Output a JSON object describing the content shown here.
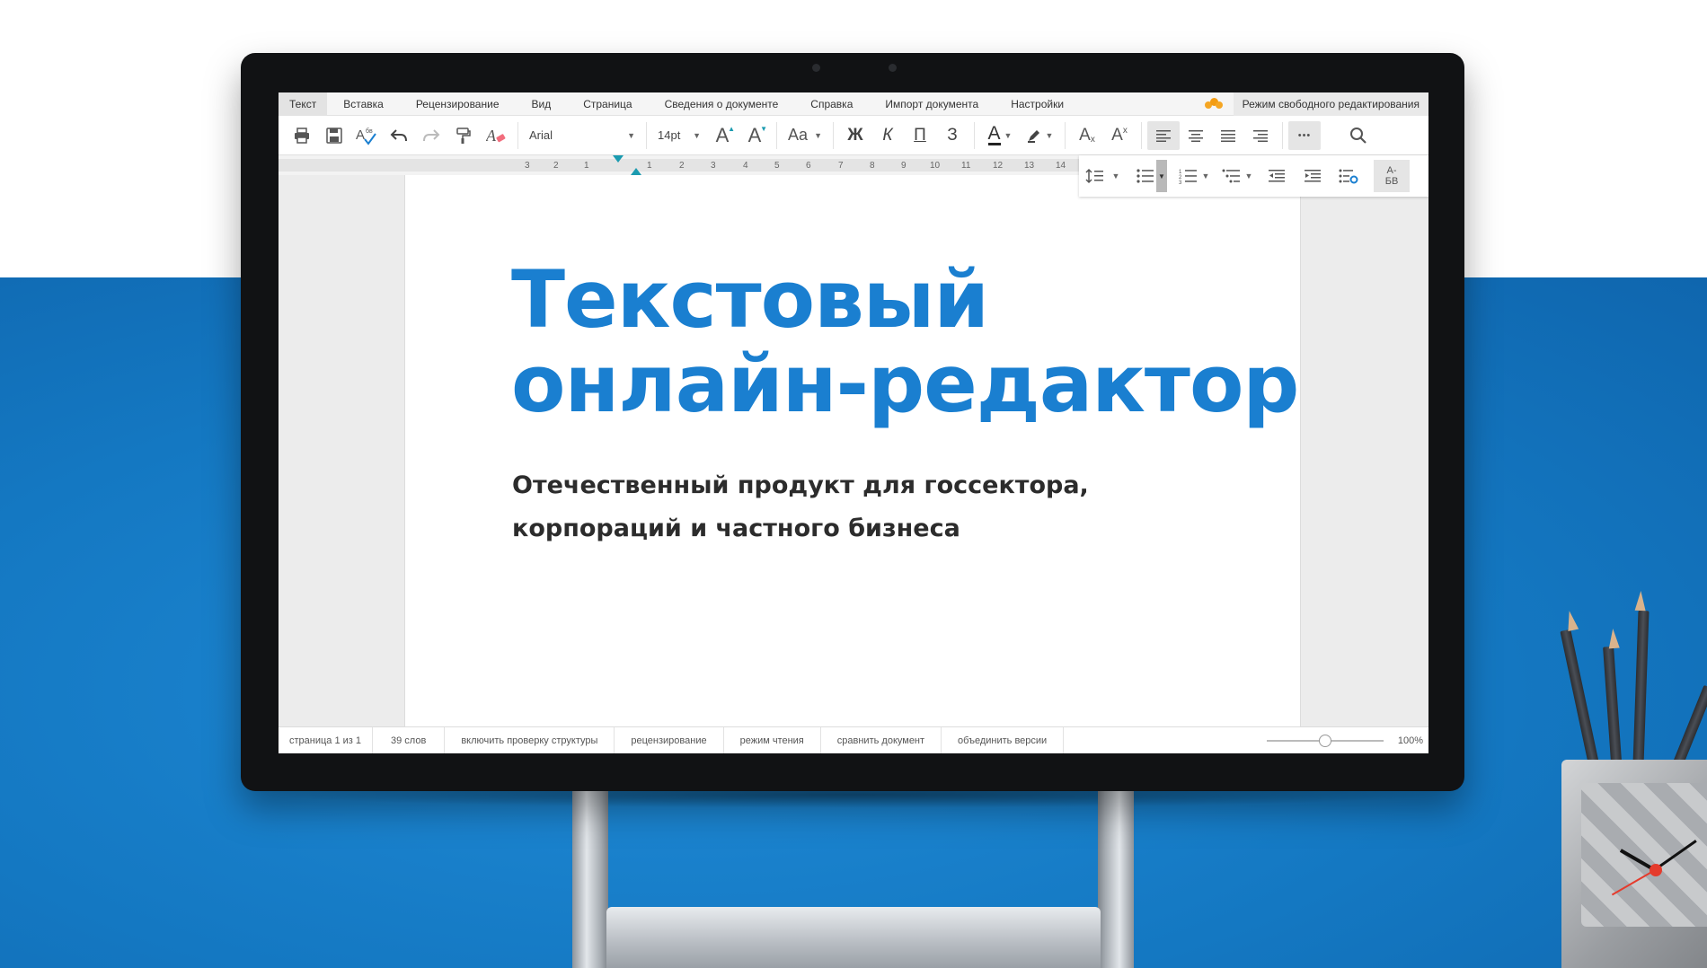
{
  "menu": {
    "items": [
      "Текст",
      "Вставка",
      "Рецензирование",
      "Вид",
      "Страница",
      "Сведения о документе",
      "Справка",
      "Импорт документа",
      "Настройки"
    ],
    "mode_label": "Режим свободного редактирования"
  },
  "toolbar": {
    "font_family": "Arial",
    "font_size": "14pt",
    "case_label": "Aa",
    "bold_label": "Ж",
    "italic_label": "К",
    "underline_label": "П",
    "strike_label": "З",
    "color_label": "A",
    "grow_label": "A",
    "shrink_label": "A",
    "subscript_label": "A",
    "superscript_label": "A",
    "more_label": "•••",
    "cyr_label": "А-\nБВ"
  },
  "ruler": {
    "left_numbers": [
      "3",
      "2",
      "1"
    ],
    "right_numbers": [
      "1",
      "2",
      "3",
      "4",
      "5",
      "6",
      "7",
      "8",
      "9",
      "10",
      "11",
      "12",
      "13",
      "14"
    ]
  },
  "document": {
    "title_line1": "Текстовый",
    "title_line2": "онлайн-редактор",
    "subtitle_line1": "Отечественный продукт для госсектора,",
    "subtitle_line2": "корпораций и частного бизнеса"
  },
  "status": {
    "page": "страница 1 из 1",
    "words": "39 слов",
    "structure_check": "включить проверку структуры",
    "review": "рецензирование",
    "reading_mode": "режим чтения",
    "compare": "сравнить документ",
    "merge": "объединить версии",
    "zoom": "100%",
    "zoom_level": 0.5
  },
  "colors": {
    "title": "#1a7fd0",
    "accent": "#1b9bb0",
    "background_blue": "#1478c2"
  }
}
